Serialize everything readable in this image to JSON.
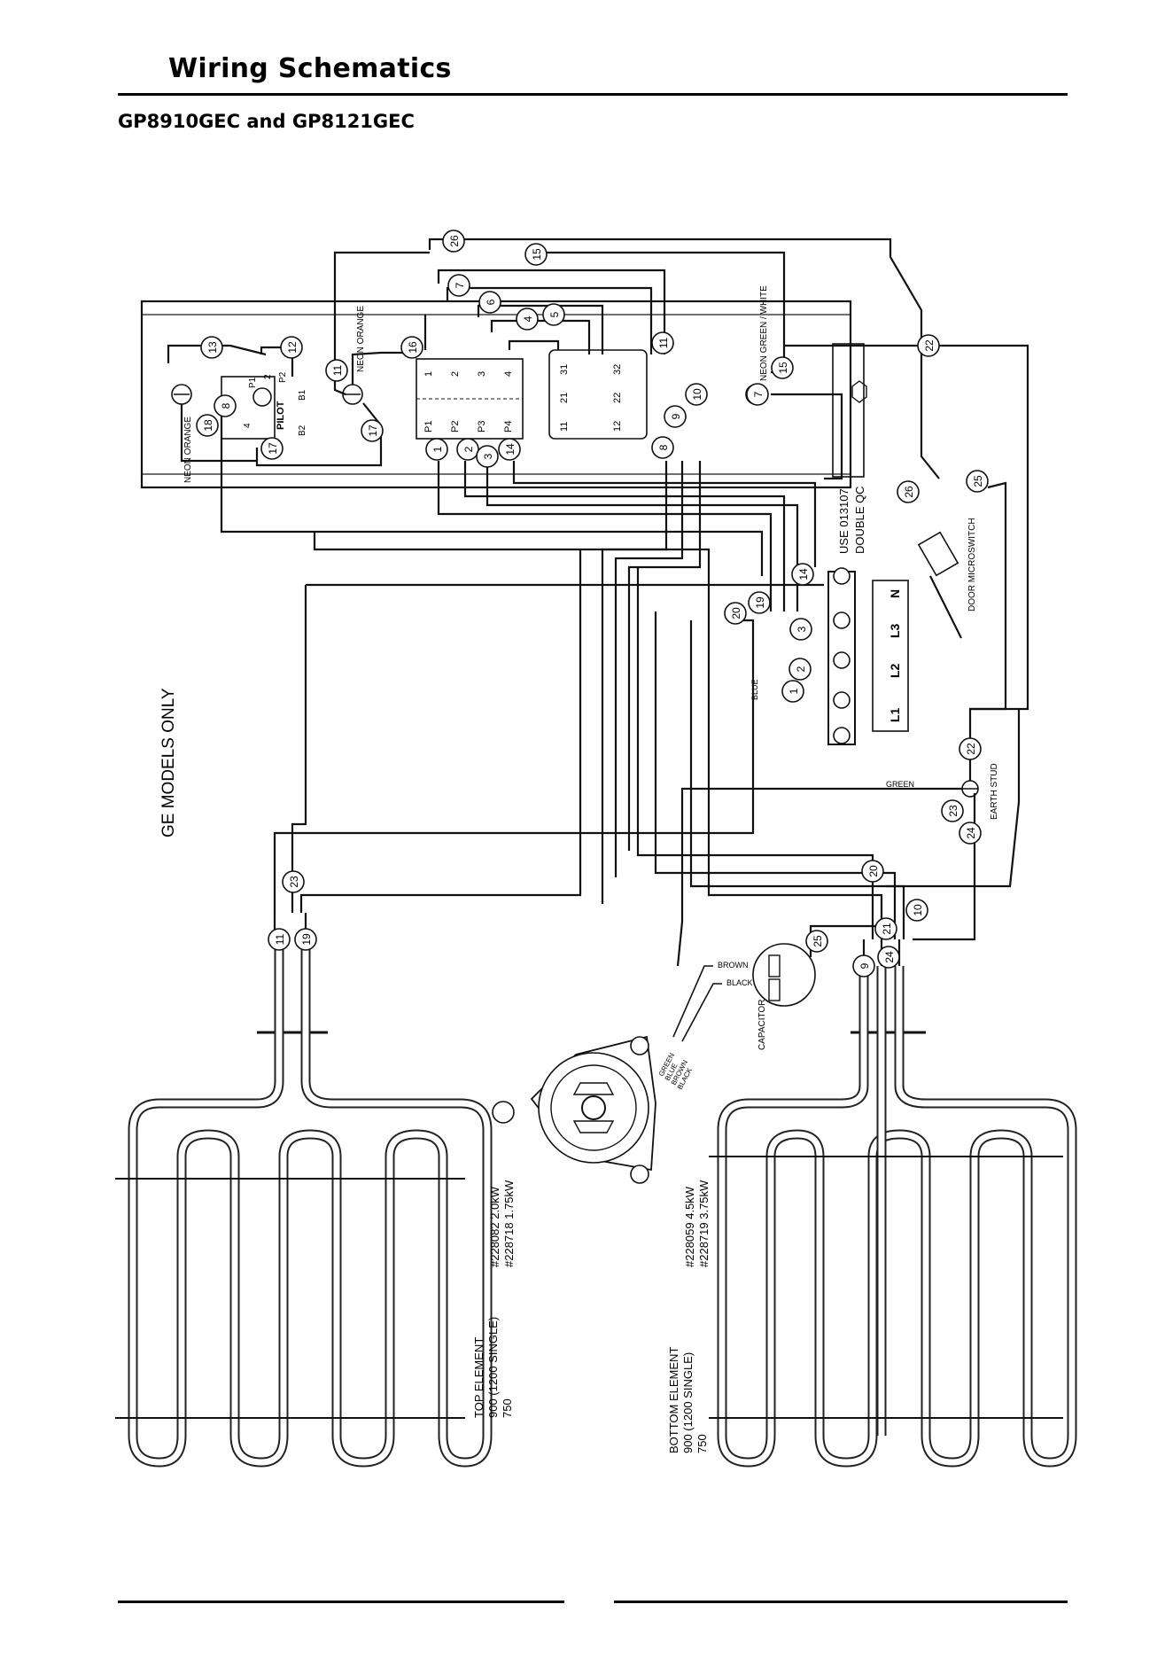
{
  "header": {
    "title": "Wiring Schematics",
    "subtitle": "GP8910GEC and GP8121GEC"
  },
  "diagram": {
    "models_note": "GE MODELS ONLY",
    "neon_left": "NEON ORANGE",
    "neon_mid": "NEON ORANGE",
    "neon_right": "NEON GREEN / WHITE",
    "pilot_label": "PILOT",
    "connector_note_1": "USE 013107",
    "connector_note_2": "DOUBLE QC",
    "door_switch": "DOOR MICROSWITCH",
    "earth_stud": "EARTH STUD",
    "wire_blue": "BLUE",
    "wire_green": "GREEN",
    "wire_brown": "BROWN",
    "wire_black": "BLACK",
    "capacitor": "CAPACITOR",
    "terminals": [
      "L1",
      "L2",
      "L3",
      "N"
    ],
    "switch_poles": [
      "P1",
      "P2",
      "P3",
      "P4"
    ],
    "switch_contacts": [
      "1",
      "2",
      "3",
      "4"
    ],
    "relay_top": [
      "31",
      "21",
      "11"
    ],
    "relay_bot": [
      "32",
      "22",
      "12"
    ],
    "pilot_pins": [
      "2",
      "4",
      "P1",
      "P2",
      "B1",
      "B2"
    ],
    "motor_wires": [
      "GREEN",
      "BLUE",
      "BROWN",
      "BLACK"
    ],
    "top_element": {
      "name": "TOP ELEMENT",
      "line2": "900 (1200 SINGLE)",
      "line3": "750",
      "part1": "#228082 2.0kW",
      "part2": "#228718 1.75kW"
    },
    "bottom_element": {
      "name": "BOTTOM ELEMENT",
      "line2": "900 (1200 SINGLE)",
      "line3": "750",
      "part1": "#228059 4.5kW",
      "part2": "#228719 3.75kW"
    },
    "wire_numbers": {
      "w1": "1",
      "w2": "2",
      "w3": "3",
      "w4": "4",
      "w5": "5",
      "w6": "6",
      "w7": "7",
      "w7b": "7",
      "w8": "8",
      "w8b": "8",
      "w9": "9",
      "w9b": "9",
      "w10": "10",
      "w10b": "10",
      "w11": "11",
      "w11b": "11",
      "w11c": "11",
      "w12": "12",
      "w13": "13",
      "w14": "14",
      "w14b": "14",
      "w15": "15",
      "w15b": "15",
      "w16": "16",
      "w17": "17",
      "w17b": "17",
      "w18": "18",
      "w19": "19",
      "w19b": "19",
      "w20": "20",
      "w20b": "20",
      "w21": "21",
      "w22": "22",
      "w22b": "22",
      "w23": "23",
      "w23b": "23",
      "w24": "24",
      "w24b": "24",
      "w25": "25",
      "w25b": "25",
      "w26": "26",
      "w26b": "26",
      "w1b": "1",
      "w2b": "2",
      "w3b": "3"
    }
  }
}
